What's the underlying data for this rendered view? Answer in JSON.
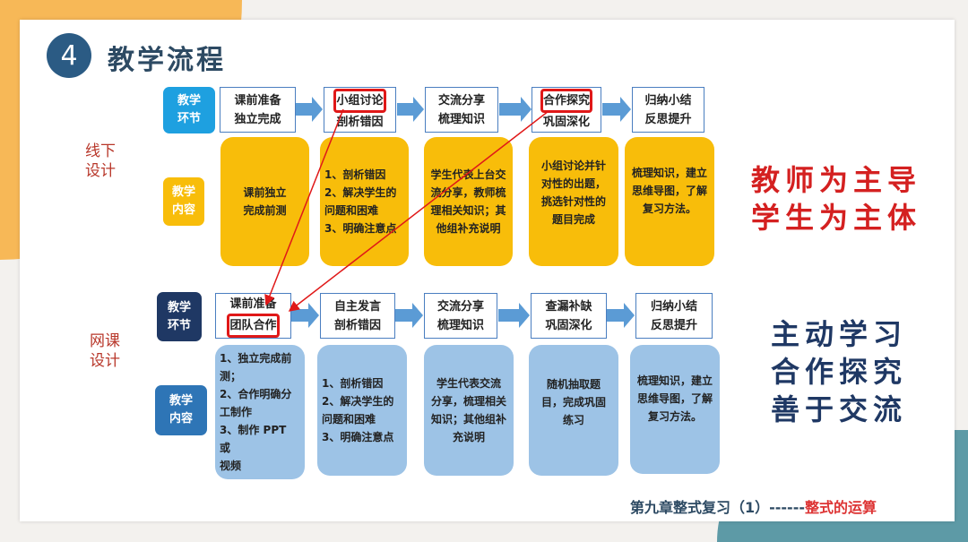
{
  "title": {
    "number": "4",
    "text": "教学流程"
  },
  "offline": {
    "section": "线下\n设计",
    "stage_label": "教学\n环节",
    "content_label": "教学\n内容",
    "steps": [
      [
        "课前准备",
        "独立完成"
      ],
      [
        "小组讨论",
        "剖析错因"
      ],
      [
        "交流分享",
        "梳理知识"
      ],
      [
        "合作探究",
        "巩固深化"
      ],
      [
        "归纳小结",
        "反思提升"
      ]
    ],
    "contents": [
      "课前独立\n完成前测",
      "1、剖析错因\n2、解决学生的\n问题和困难\n3、明确注意点",
      "学生代表上台交\n流分享，教师梳\n理相关知识；其\n他组补充说明",
      "小组讨论并针\n对性的出题，\n挑选针对性的\n题目完成",
      "梳理知识，建立\n思维导图，了解\n复习方法。"
    ]
  },
  "online": {
    "section": "网课\n设计",
    "stage_label": "教学\n环节",
    "content_label": "教学\n内容",
    "steps": [
      [
        "课前准备",
        "团队合作"
      ],
      [
        "自主发言",
        "剖析错因"
      ],
      [
        "交流分享",
        "梳理知识"
      ],
      [
        "查漏补缺",
        "巩固深化"
      ],
      [
        "归纳小结",
        "反思提升"
      ]
    ],
    "contents": [
      "1、独立完成前\n测；\n2、合作明确分\n工制作\n3、制作 PPT 或\n视频",
      "1、剖析错因\n2、解决学生的\n问题和困难\n3、明确注意点",
      "学生代表交流\n分享，梳理相关\n知识；其他组补\n充说明",
      "随机抽取题\n目，完成巩固\n练习",
      "梳理知识，建立\n思维导图，了解\n复习方法。"
    ]
  },
  "slogans": {
    "offline": [
      "教师为主导",
      "学生为主体"
    ],
    "online": [
      "主动学习",
      "合作探究",
      "善于交流"
    ]
  },
  "footer": {
    "chapter": "第九章整式复习（1）------",
    "topic": "整式的运算"
  },
  "colors": {
    "yellow": "#f8bd0a",
    "light_blue": "#9dc3e6",
    "red": "#e01818",
    "navy": "#1f3864"
  }
}
